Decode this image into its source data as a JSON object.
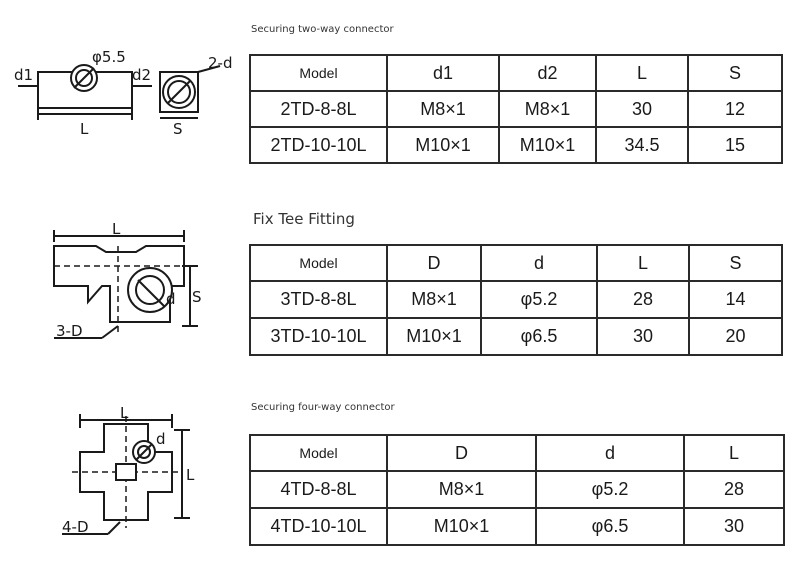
{
  "sections": [
    {
      "title": "Securing two-way connector",
      "labels": {
        "phi": "φ5.5",
        "d1": "d1",
        "d2": "d2",
        "L": "L",
        "S": "S",
        "holes": "2-d"
      },
      "headers": [
        "Model",
        "d1",
        "d2",
        "L",
        "S"
      ],
      "rows": [
        [
          "2TD-8-8L",
          "M8×1",
          "M8×1",
          "30",
          "12"
        ],
        [
          "2TD-10-10L",
          "M10×1",
          "M10×1",
          "34.5",
          "15"
        ]
      ]
    },
    {
      "title": "Fix Tee Fitting",
      "labels": {
        "L": "L",
        "d": "d",
        "S": "S",
        "holes": "3-D"
      },
      "headers": [
        "Model",
        "D",
        "d",
        "L",
        "S"
      ],
      "rows": [
        [
          "3TD-8-8L",
          "M8×1",
          "φ5.2",
          "28",
          "14"
        ],
        [
          "3TD-10-10L",
          "M10×1",
          "φ6.5",
          "30",
          "20"
        ]
      ]
    },
    {
      "title": "Securing four-way connector",
      "labels": {
        "L": "L",
        "d": "d",
        "L2": "L",
        "holes": "4-D"
      },
      "headers": [
        "Model",
        "D",
        "d",
        "L"
      ],
      "rows": [
        [
          "4TD-8-8L",
          "M8×1",
          "φ5.2",
          "28"
        ],
        [
          "4TD-10-10L",
          "M10×1",
          "φ6.5",
          "30"
        ]
      ]
    }
  ]
}
